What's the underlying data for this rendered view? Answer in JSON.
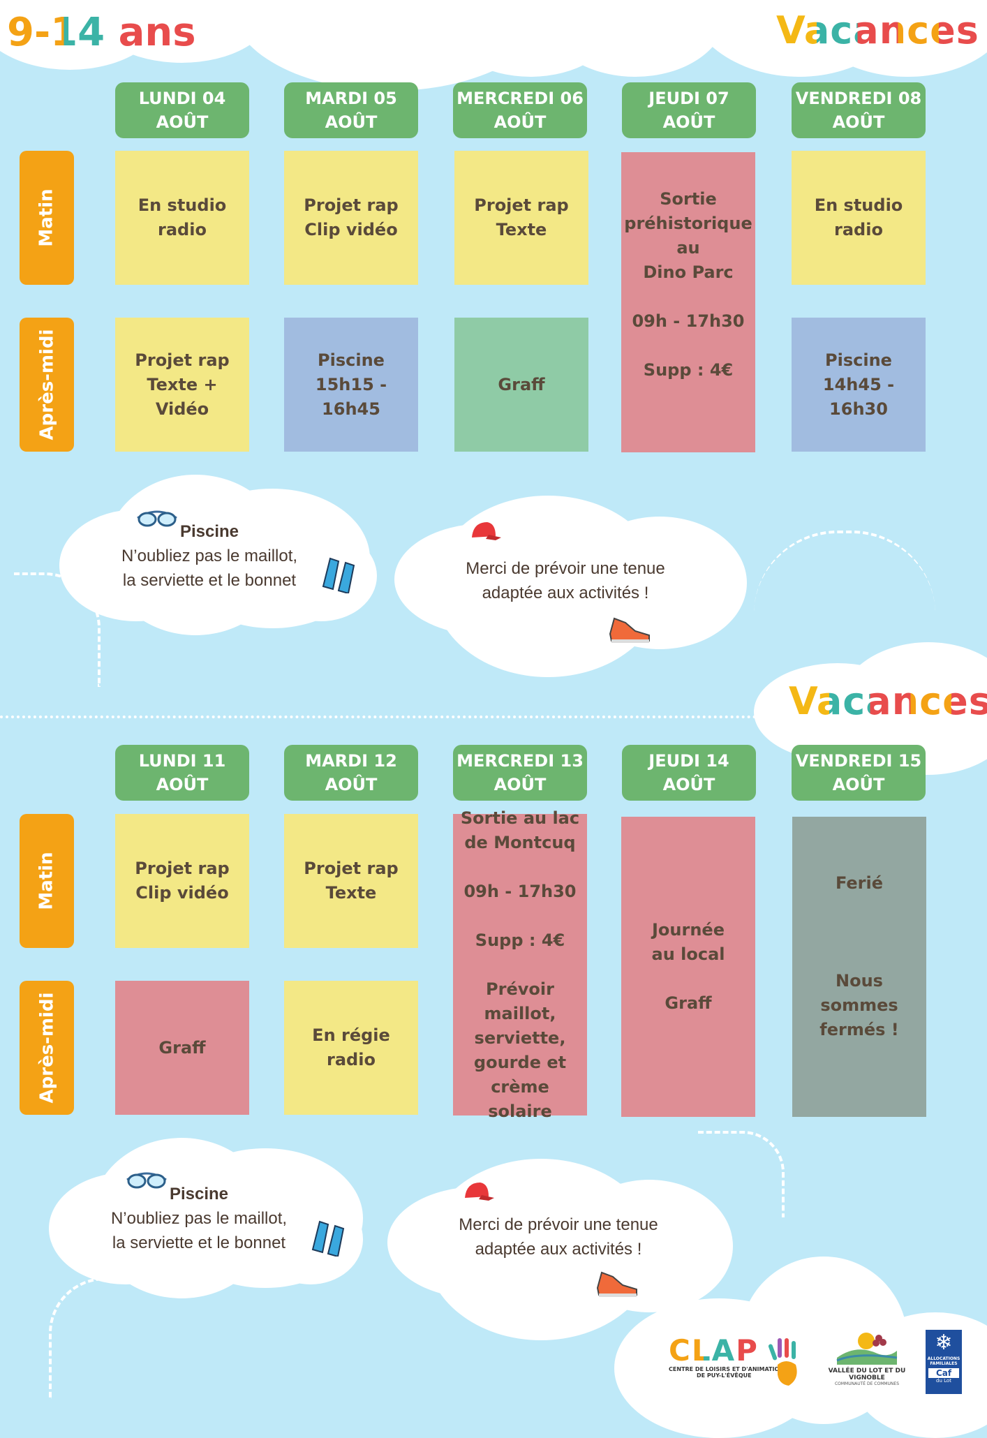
{
  "header": {
    "age_range": "9-14 ans",
    "title_top": "Vacances",
    "title_bottom": "Vacances"
  },
  "periods": {
    "morning": "Matin",
    "afternoon": "Après-midi"
  },
  "week1": {
    "days": [
      {
        "day": "LUNDI 04",
        "month": "AOÛT"
      },
      {
        "day": "MARDI 05",
        "month": "AOÛT"
      },
      {
        "day": "MERCREDI 06",
        "month": "AOÛT"
      },
      {
        "day": "JEUDI 07",
        "month": "AOÛT"
      },
      {
        "day": "VENDREDI 08",
        "month": "AOÛT"
      }
    ],
    "activities": {
      "mon_am": "En studio\nradio",
      "tue_am": "Projet rap\nClip vidéo",
      "wed_am": "Projet rap\nTexte",
      "thu_full": "Sortie\npréhistorique\nau\nDino Parc\n\n09h - 17h30\n\nSupp : 4€",
      "fri_am": "En studio\nradio",
      "mon_pm": "Projet rap\nTexte +\nVidéo",
      "tue_pm": "Piscine\n15h15 -\n16h45",
      "wed_pm": "Graff",
      "fri_pm": "Piscine\n14h45 -\n16h30"
    }
  },
  "week2": {
    "days": [
      {
        "day": "LUNDI 11",
        "month": "AOÛT"
      },
      {
        "day": "MARDI 12",
        "month": "AOÛT"
      },
      {
        "day": "MERCREDI 13",
        "month": "AOÛT"
      },
      {
        "day": "JEUDI 14",
        "month": "AOÛT"
      },
      {
        "day": "VENDREDI 15",
        "month": "AOÛT"
      }
    ],
    "activities": {
      "mon_am": "Projet rap\nClip vidéo",
      "tue_am": "Projet rap\nTexte",
      "wed_full": "Sortie au lac\nde Montcuq\n\n09h - 17h30\n\nSupp : 4€\n\nPrévoir\nmaillot,\nserviette,\ngourde et\ncrème solaire",
      "thu_full": "Journée\nau local\n\nGraff",
      "fri_full": "Ferié\n\n\n\nNous sommes\nfermés !",
      "mon_pm": "Graff",
      "tue_pm": "En régie\nradio"
    }
  },
  "notes": {
    "pool_title": "Piscine",
    "pool_line1": "N’oubliez pas le maillot,",
    "pool_line2": "la serviette et le bonnet",
    "outfit_line1": "Merci de prévoir une tenue",
    "outfit_line2": "adaptée aux activités !"
  },
  "footer": {
    "clap_logo": "CLAP",
    "clap_sub1": "CENTRE DE LOISIRS ET D'ANIMATION",
    "clap_sub2": "DE PUY-L'ÉVÊQUE",
    "valley_line1": "VALLÉE DU LOT ET DU VIGNOBLE",
    "valley_line2": "COMMUNAUTÉ DE COMMUNES",
    "caf_line1": "ALLOCATIONS",
    "caf_line2": "FAMILIALES",
    "caf_line3": "Caf",
    "caf_line4": "du Lot"
  },
  "colors": {
    "sky": "#bfe9f8",
    "day_header": "#6db56f",
    "period_label": "#f4a215",
    "yellow": "#f3e886",
    "blue": "#a1bce0",
    "green": "#8fcba6",
    "pink": "#de8e95",
    "grey": "#93a7a1"
  }
}
